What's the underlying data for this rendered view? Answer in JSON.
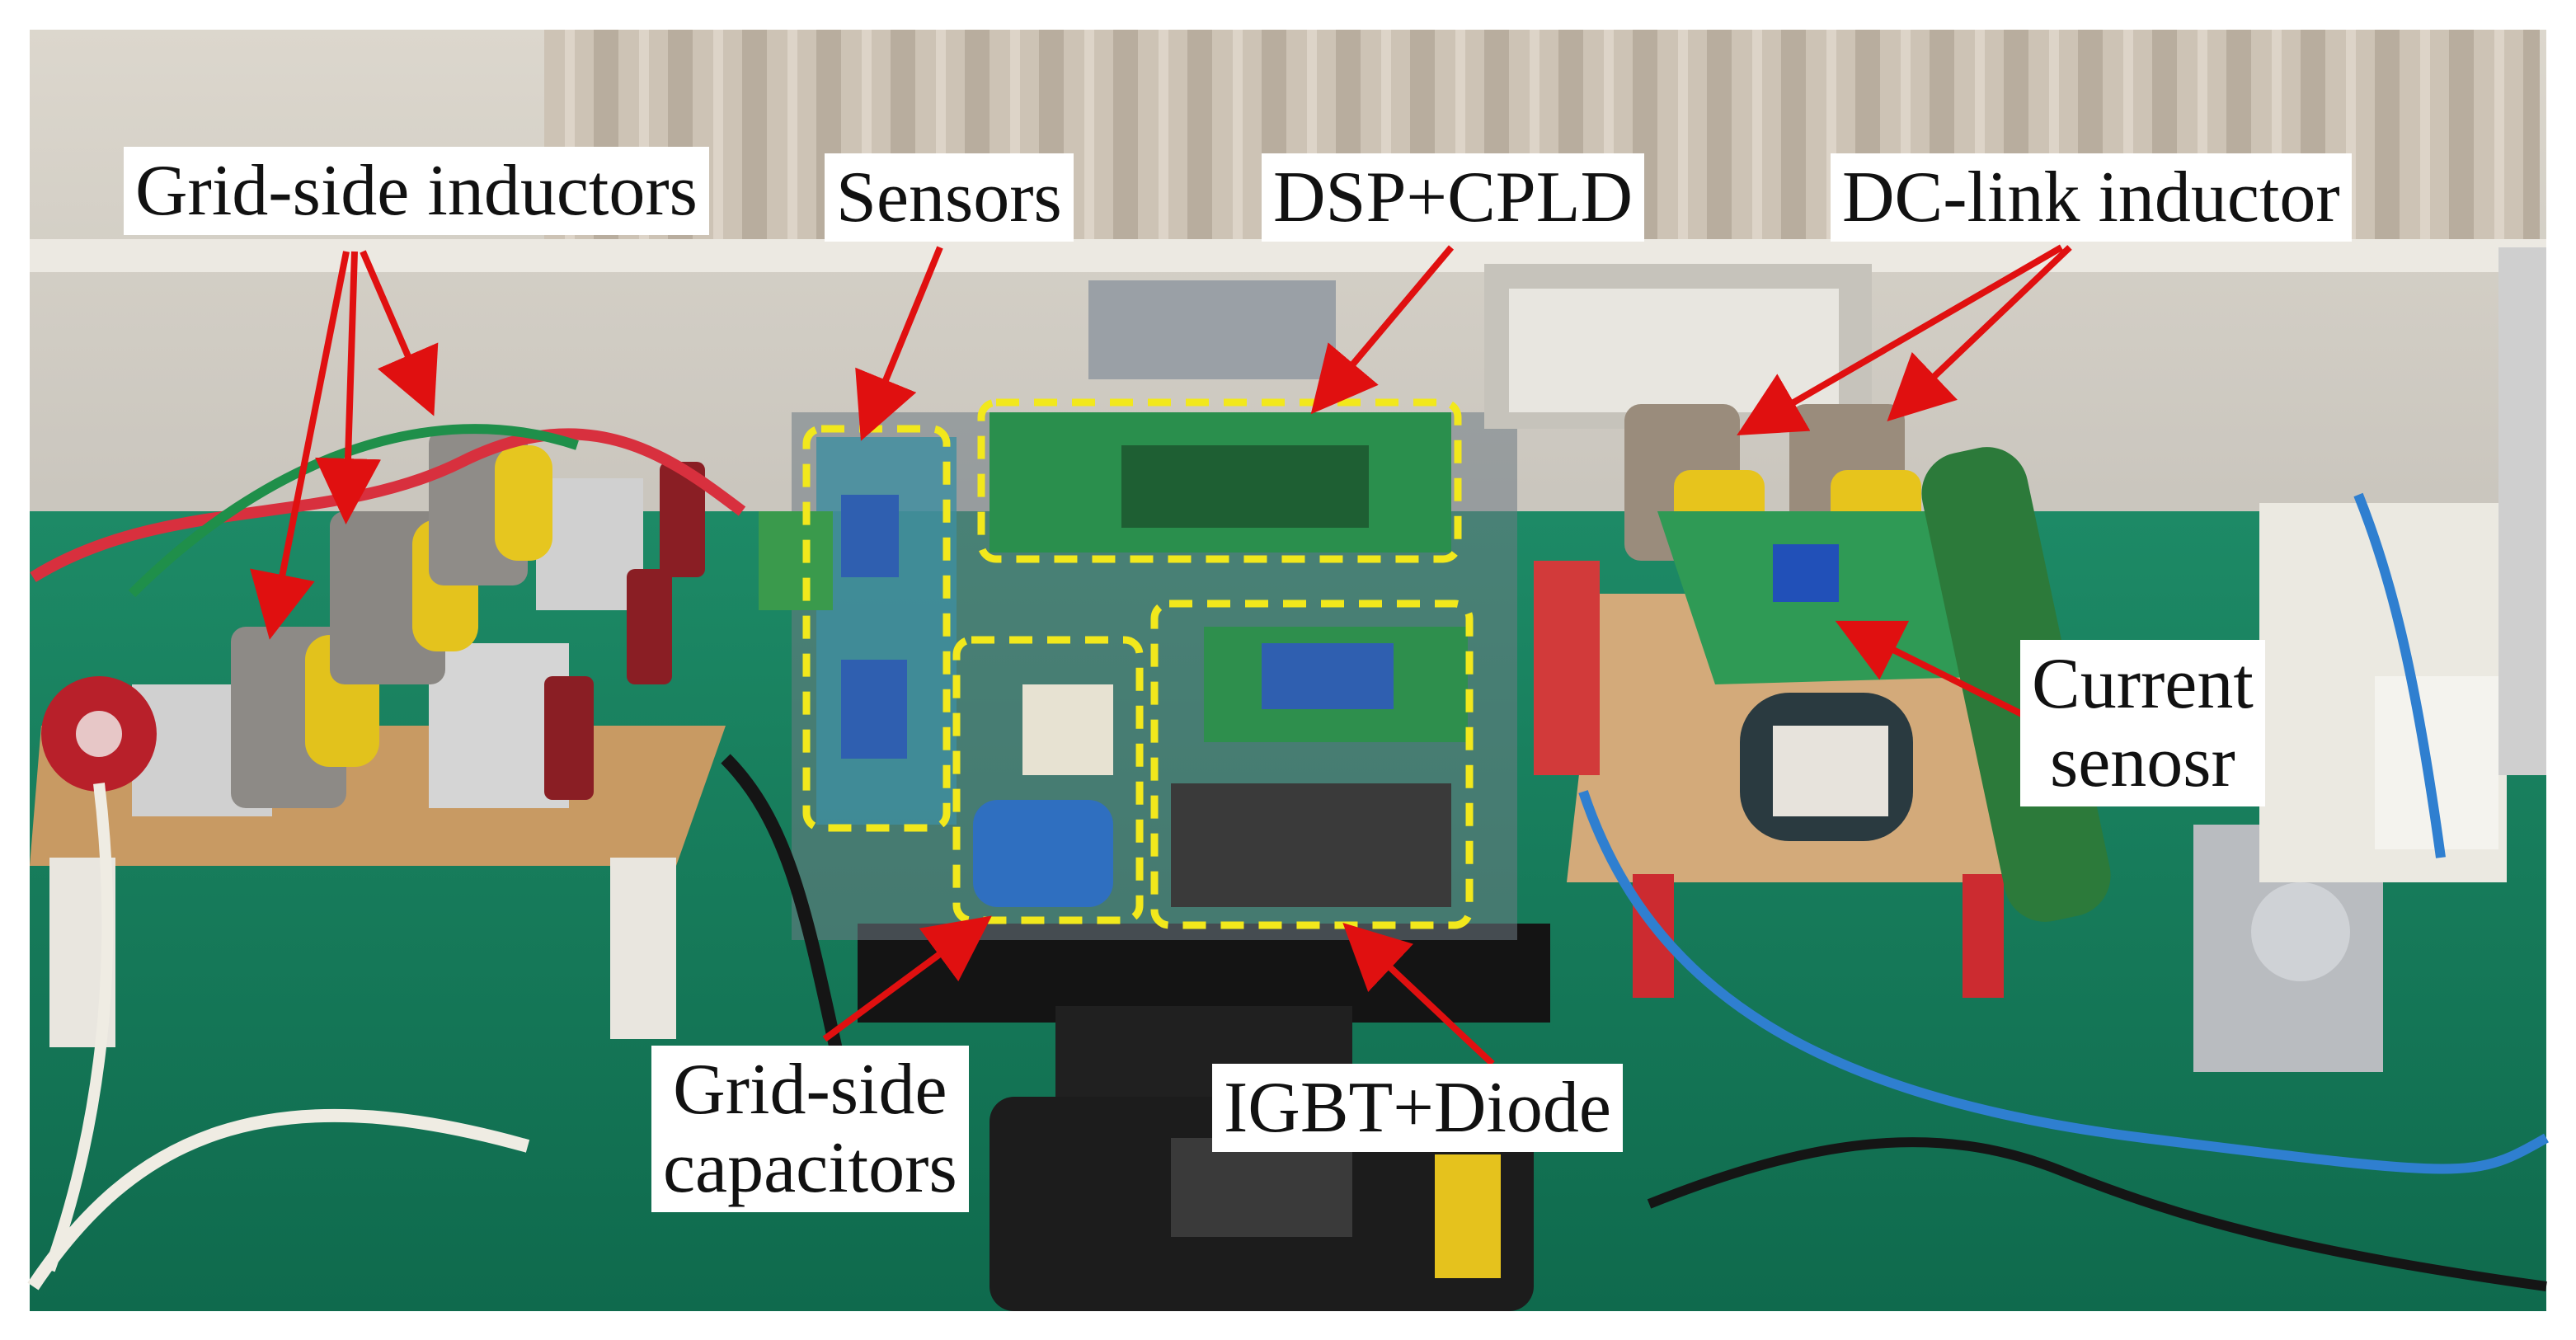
{
  "labels": {
    "grid_side_inductors": "Grid-side inductors",
    "sensors": "Sensors",
    "dsp_cpld": "DSP+CPLD",
    "dc_link_inductor": "DC-link inductor",
    "current_sensor_line1": "Current",
    "current_sensor_line2": "senosr",
    "grid_side_capacitors_line1": "Grid-side",
    "grid_side_capacitors_line2": "capacitors",
    "igbt_diode": "IGBT+Diode"
  },
  "colors": {
    "arrow": "#e01010",
    "highlight_box": "#f2e81c",
    "label_background": "#ffffff",
    "floor_mat": "#157a5a",
    "wall": "#d9d6cf",
    "curtain": "#c7bcae"
  }
}
